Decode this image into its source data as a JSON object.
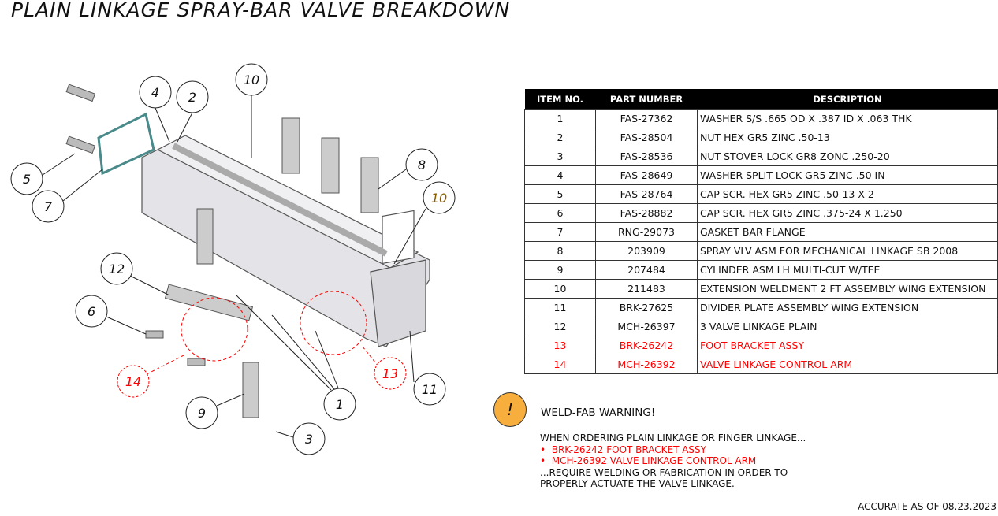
{
  "title": "PLAIN LINKAGE SPRAY-BAR VALVE BREAKDOWN",
  "table": {
    "headers": [
      "ITEM NO.",
      "PART NUMBER",
      "DESCRIPTION"
    ],
    "rows": [
      {
        "item": "1",
        "part": "FAS-27362",
        "desc": "WASHER S/S .665 OD X .387 ID X .063 THK"
      },
      {
        "item": "2",
        "part": "FAS-28504",
        "desc": "NUT HEX GR5 ZINC .50-13"
      },
      {
        "item": "3",
        "part": "FAS-28536",
        "desc": "NUT STOVER LOCK GR8 ZONC .250-20"
      },
      {
        "item": "4",
        "part": "FAS-28649",
        "desc": "WASHER SPLIT LOCK GR5 ZINC .50 IN"
      },
      {
        "item": "5",
        "part": "FAS-28764",
        "desc": "CAP SCR. HEX GR5 ZINC .50-13 X  2"
      },
      {
        "item": "6",
        "part": "FAS-28882",
        "desc": "CAP SCR. HEX GR5 ZINC .375-24 X 1.250"
      },
      {
        "item": "7",
        "part": "RNG-29073",
        "desc": "GASKET BAR FLANGE"
      },
      {
        "item": "8",
        "part": "203909",
        "desc": "SPRAY VLV ASM FOR MECHANICAL LINKAGE SB 2008"
      },
      {
        "item": "9",
        "part": "207484",
        "desc": "CYLINDER ASM LH MULTI-CUT W/TEE"
      },
      {
        "item": "10",
        "part": "211483",
        "desc": "EXTENSION WELDMENT 2 FT ASSEMBLY WING EXTENSION"
      },
      {
        "item": "11",
        "part": "BRK-27625",
        "desc": "DIVIDER PLATE ASSEMBLY WING EXTENSION"
      },
      {
        "item": "12",
        "part": "MCH-26397",
        "desc": "3 VALVE LINKAGE PLAIN"
      },
      {
        "item": "13",
        "part": "BRK-26242",
        "desc": "FOOT BRACKET ASSY",
        "highlight": true
      },
      {
        "item": "14",
        "part": "MCH-26392",
        "desc": "VALVE LINKAGE CONTROL ARM",
        "highlight": true
      }
    ]
  },
  "callouts": [
    "10",
    "4",
    "2",
    "5",
    "7",
    "8",
    "10",
    "12",
    "6",
    "14",
    "13",
    "11",
    "9",
    "1",
    "3"
  ],
  "warning": {
    "icon": "!",
    "title": "WELD-FAB WARNING!",
    "intro": "WHEN ORDERING PLAIN LINKAGE OR FINGER LINKAGE...",
    "items": [
      "BRK-26242 FOOT BRACKET ASSY",
      "MCH-26392 VALVE LINKAGE CONTROL ARM"
    ],
    "outro": "...REQUIRE WELDING OR FABRICATION IN ORDER TO PROPERLY ACTUATE THE VALVE LINKAGE."
  },
  "accurate": "ACCURATE AS OF 08.23.2023",
  "colors": {
    "highlight": "#ff0000",
    "warning": "#f7ae3c"
  }
}
